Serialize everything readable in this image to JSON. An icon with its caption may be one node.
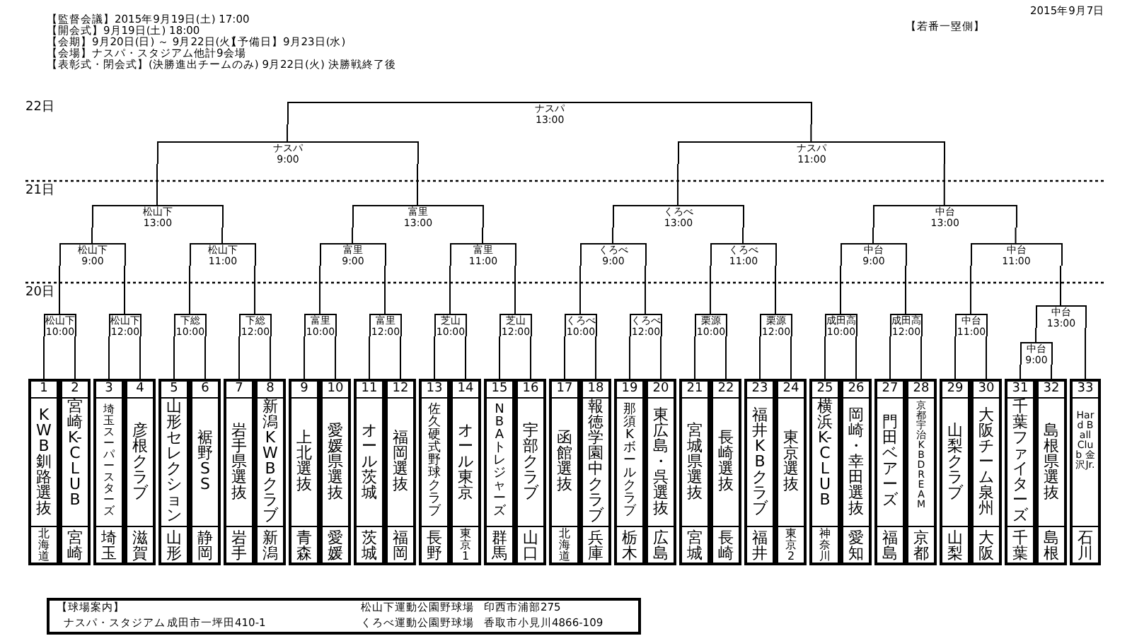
{
  "diagram": {
    "nodes": [
      {
        "text": [
          "ナスパ",
          "13:00"
        ]
      },
      {
        "text": [
          "ナスパ",
          "9:00"
        ]
      },
      {
        "text": [
          "ナスパ",
          "11:00"
        ]
      },
      {
        "text": [
          "松山下",
          "13:00"
        ]
      },
      {
        "text": [
          "富里",
          "13:00"
        ]
      },
      {
        "text": [
          "くろべ",
          "13:00"
        ]
      },
      {
        "text": [
          "中台",
          "13:00"
        ]
      },
      {
        "text": [
          "松山下",
          "9:00"
        ]
      },
      {
        "text": [
          "松山下",
          "11:00"
        ]
      },
      {
        "text": [
          "富里",
          "9:00"
        ]
      },
      {
        "text": [
          "富里",
          "11:00"
        ]
      },
      {
        "text": [
          "くろべ",
          "9:00"
        ]
      },
      {
        "text": [
          "くろべ",
          "11:00"
        ]
      },
      {
        "text": [
          "中台",
          "9:00"
        ]
      },
      {
        "text": [
          "中台",
          "11:00"
        ]
      },
      {
        "text": [
          "松山下",
          "10:00"
        ]
      },
      {
        "text": [
          "松山下",
          "12:00"
        ]
      },
      {
        "text": [
          "下総",
          "10:00"
        ]
      },
      {
        "text": [
          "下総",
          "12:00"
        ]
      },
      {
        "text": [
          "富里",
          "10:00"
        ]
      },
      {
        "text": [
          "富里",
          "12:00"
        ]
      },
      {
        "text": [
          "芝山",
          "10:00"
        ]
      },
      {
        "text": [
          "芝山",
          "12:00"
        ]
      },
      {
        "text": [
          "くろべ",
          "10:00"
        ]
      },
      {
        "text": [
          "くろべ",
          "12:00"
        ]
      },
      {
        "text": [
          "栗源",
          "10:00"
        ]
      },
      {
        "text": [
          "栗源",
          "12:00"
        ]
      },
      {
        "text": [
          "成田高",
          "10:00"
        ]
      },
      {
        "text": [
          "成田高",
          "12:00"
        ]
      },
      {
        "text": [
          "中台",
          "11:00"
        ]
      },
      {
        "text": [
          "中台",
          "13:00"
        ]
      },
      {
        "text": [
          "中台",
          "9:00"
        ]
      },
      {
        "text": [
          "1",
          "KWB釧路選抜",
          "北海道"
        ]
      },
      {
        "text": [
          "2",
          "宮崎K-CLUB",
          "宮崎"
        ]
      },
      {
        "text": [
          "3",
          "埼玉スーパースターズ",
          "埼玉"
        ]
      },
      {
        "text": [
          "4",
          "彦根クラブ",
          "滋賀"
        ]
      },
      {
        "text": [
          "5",
          "山形セレクション",
          "山形"
        ]
      },
      {
        "text": [
          "6",
          "裾野SS",
          "静岡"
        ]
      },
      {
        "text": [
          "7",
          "岩手県選抜",
          "岩手"
        ]
      },
      {
        "text": [
          "8",
          "新潟KWBクラブ",
          "新潟"
        ]
      },
      {
        "text": [
          "9",
          "上北選抜",
          "青森"
        ]
      },
      {
        "text": [
          "10",
          "愛媛県選抜",
          "愛媛"
        ]
      },
      {
        "text": [
          "11",
          "オール茨城",
          "茨城"
        ]
      },
      {
        "text": [
          "12",
          "福岡選抜",
          "福岡"
        ]
      },
      {
        "text": [
          "13",
          "佐久硬式野球クラブ",
          "長野"
        ]
      },
      {
        "text": [
          "14",
          "オール東京",
          "東京1"
        ]
      },
      {
        "text": [
          "15",
          "NBAトレジャーズ",
          "群馬"
        ]
      },
      {
        "text": [
          "16",
          "宇部クラブ",
          "山口"
        ]
      },
      {
        "text": [
          "17",
          "函館選抜",
          "北海道"
        ]
      },
      {
        "text": [
          "18",
          "報徳学園中クラブ",
          "兵庫"
        ]
      },
      {
        "text": [
          "19",
          "那須Kボールクラブ",
          "栃木"
        ]
      },
      {
        "text": [
          "20",
          "東広島・呉選抜",
          "広島"
        ]
      },
      {
        "text": [
          "21",
          "宮城県選抜",
          "宮城"
        ]
      },
      {
        "text": [
          "22",
          "長崎選抜",
          "長崎"
        ]
      },
      {
        "text": [
          "23",
          "福井KBクラブ",
          "福井"
        ]
      },
      {
        "text": [
          "24",
          "東京選抜",
          "東京2"
        ]
      },
      {
        "text": [
          "25",
          "横浜K-CLUB",
          "神奈川"
        ]
      },
      {
        "text": [
          "26",
          "岡崎・幸田選抜",
          "愛知"
        ]
      },
      {
        "text": [
          "27",
          "門田ベアーズ",
          "福島"
        ]
      },
      {
        "text": [
          "28",
          "京都宇治KB DREAM",
          "京都"
        ]
      },
      {
        "text": [
          "29",
          "山梨クラブ",
          "山梨"
        ]
      },
      {
        "text": [
          "30",
          "大阪チーム泉州",
          "大阪"
        ]
      },
      {
        "text": [
          "31",
          "千葉ファイターズ",
          "千葉"
        ]
      },
      {
        "text": [
          "32",
          "島根県選抜",
          "島根"
        ]
      },
      {
        "text": [
          "33",
          "Hard Ball Club 金沢Jr.",
          "石川"
        ]
      }
    ],
    "edges": [
      {
        "from": 0,
        "to": 1,
        "arrow": "none"
      },
      {
        "from": 0,
        "to": 2,
        "arrow": "none"
      },
      {
        "from": 1,
        "to": 3,
        "arrow": "none"
      },
      {
        "from": 1,
        "to": 4,
        "arrow": "none"
      },
      {
        "from": 2,
        "to": 5,
        "arrow": "none"
      },
      {
        "from": 2,
        "to": 6,
        "arrow": "none"
      },
      {
        "from": 3,
        "to": 7,
        "arrow": "none"
      },
      {
        "from": 3,
        "to": 8,
        "arrow": "none"
      },
      {
        "from": 4,
        "to": 9,
        "arrow": "none"
      },
      {
        "from": 4,
        "to": 10,
        "arrow": "none"
      },
      {
        "from": 5,
        "to": 11,
        "arrow": "none"
      },
      {
        "from": 5,
        "to": 12,
        "arrow": "none"
      },
      {
        "from": 6,
        "to": 13,
        "arrow": "none"
      },
      {
        "from": 6,
        "to": 14,
        "arrow": "none"
      },
      {
        "from": 7,
        "to": 15,
        "arrow": "none"
      },
      {
        "from": 7,
        "to": 16,
        "arrow": "none"
      },
      {
        "from": 8,
        "to": 17,
        "arrow": "none"
      },
      {
        "from": 8,
        "to": 18,
        "arrow": "none"
      },
      {
        "from": 9,
        "to": 19,
        "arrow": "none"
      },
      {
        "from": 9,
        "to": 20,
        "arrow": "none"
      },
      {
        "from": 10,
        "to": 21,
        "arrow": "none"
      },
      {
        "from": 10,
        "to": 22,
        "arrow": "none"
      },
      {
        "from": 11,
        "to": 23,
        "arrow": "none"
      },
      {
        "from": 11,
        "to": 24,
        "arrow": "none"
      },
      {
        "from": 12,
        "to": 25,
        "arrow": "none"
      },
      {
        "from": 12,
        "to": 26,
        "arrow": "none"
      },
      {
        "from": 13,
        "to": 27,
        "arrow": "none"
      },
      {
        "from": 13,
        "to": 28,
        "arrow": "none"
      },
      {
        "from": 14,
        "to": 29,
        "arrow": "none"
      },
      {
        "from": 14,
        "to": 30,
        "arrow": "none"
      },
      {
        "from": 30,
        "to": 31,
        "arrow": "none"
      },
      {
        "from": 15,
        "to": 32,
        "arrow": "none"
      },
      {
        "from": 15,
        "to": 33,
        "arrow": "none"
      },
      {
        "from": 16,
        "to": 34,
        "arrow": "none"
      },
      {
        "from": 16,
        "to": 35,
        "arrow": "none"
      },
      {
        "from": 17,
        "to": 36,
        "arrow": "none"
      },
      {
        "from": 17,
        "to": 37,
        "arrow": "none"
      },
      {
        "from": 18,
        "to": 38,
        "arrow": "none"
      },
      {
        "from": 18,
        "to": 39,
        "arrow": "none"
      },
      {
        "from": 19,
        "to": 40,
        "arrow": "none"
      },
      {
        "from": 19,
        "to": 41,
        "arrow": "none"
      },
      {
        "from": 20,
        "to": 42,
        "arrow": "none"
      },
      {
        "from": 20,
        "to": 43,
        "arrow": "none"
      },
      {
        "from": 21,
        "to": 44,
        "arrow": "none"
      },
      {
        "from": 21,
        "to": 45,
        "arrow": "none"
      },
      {
        "from": 22,
        "to": 46,
        "arrow": "none"
      },
      {
        "from": 22,
        "to": 47,
        "arrow": "none"
      },
      {
        "from": 23,
        "to": 48,
        "arrow": "none"
      },
      {
        "from": 23,
        "to": 49,
        "arrow": "none"
      },
      {
        "from": 24,
        "to": 50,
        "arrow": "none"
      },
      {
        "from": 24,
        "to": 51,
        "arrow": "none"
      },
      {
        "from": 25,
        "to": 52,
        "arrow": "none"
      },
      {
        "from": 25,
        "to": 53,
        "arrow": "none"
      },
      {
        "from": 26,
        "to": 54,
        "arrow": "none"
      },
      {
        "from": 26,
        "to": 55,
        "arrow": "none"
      },
      {
        "from": 27,
        "to": 56,
        "arrow": "none"
      },
      {
        "from": 27,
        "to": 57,
        "arrow": "none"
      },
      {
        "from": 28,
        "to": 58,
        "arrow": "none"
      },
      {
        "from": 28,
        "to": 59,
        "arrow": "none"
      },
      {
        "from": 29,
        "to": 60,
        "arrow": "none"
      },
      {
        "from": 29,
        "to": 61,
        "arrow": "none"
      },
      {
        "from": 31,
        "to": 62,
        "arrow": "none"
      },
      {
        "from": 31,
        "to": 63,
        "arrow": "none"
      },
      {
        "from": 30,
        "to": 64,
        "arrow": "none"
      }
    ],
    "labels": [
      "2015年9月7日",
      "【監督会議】2015年9月19日(土) 17:00",
      "【開会式】9月19日(土) 18:00",
      "【若番一塁側】",
      "【会期】9月20日(日) ～ 9月22日(火)",
      "【予備日】9月23日(水)",
      "【会場】ナスパ・スタジアム他計9会場",
      "【表彰式・閉会式】(決勝進出チームのみ) 9月22日(火) 決勝戦終了後",
      "22日",
      "21日",
      "20日",
      "【球場案内】",
      "松山下運動公園野球場",
      "印西市浦部275",
      "ナスパ・スタジアム",
      "成田市一坪田410-1",
      "くろべ運動公園野球場",
      "香取市小見川4866-109"
    ]
  }
}
